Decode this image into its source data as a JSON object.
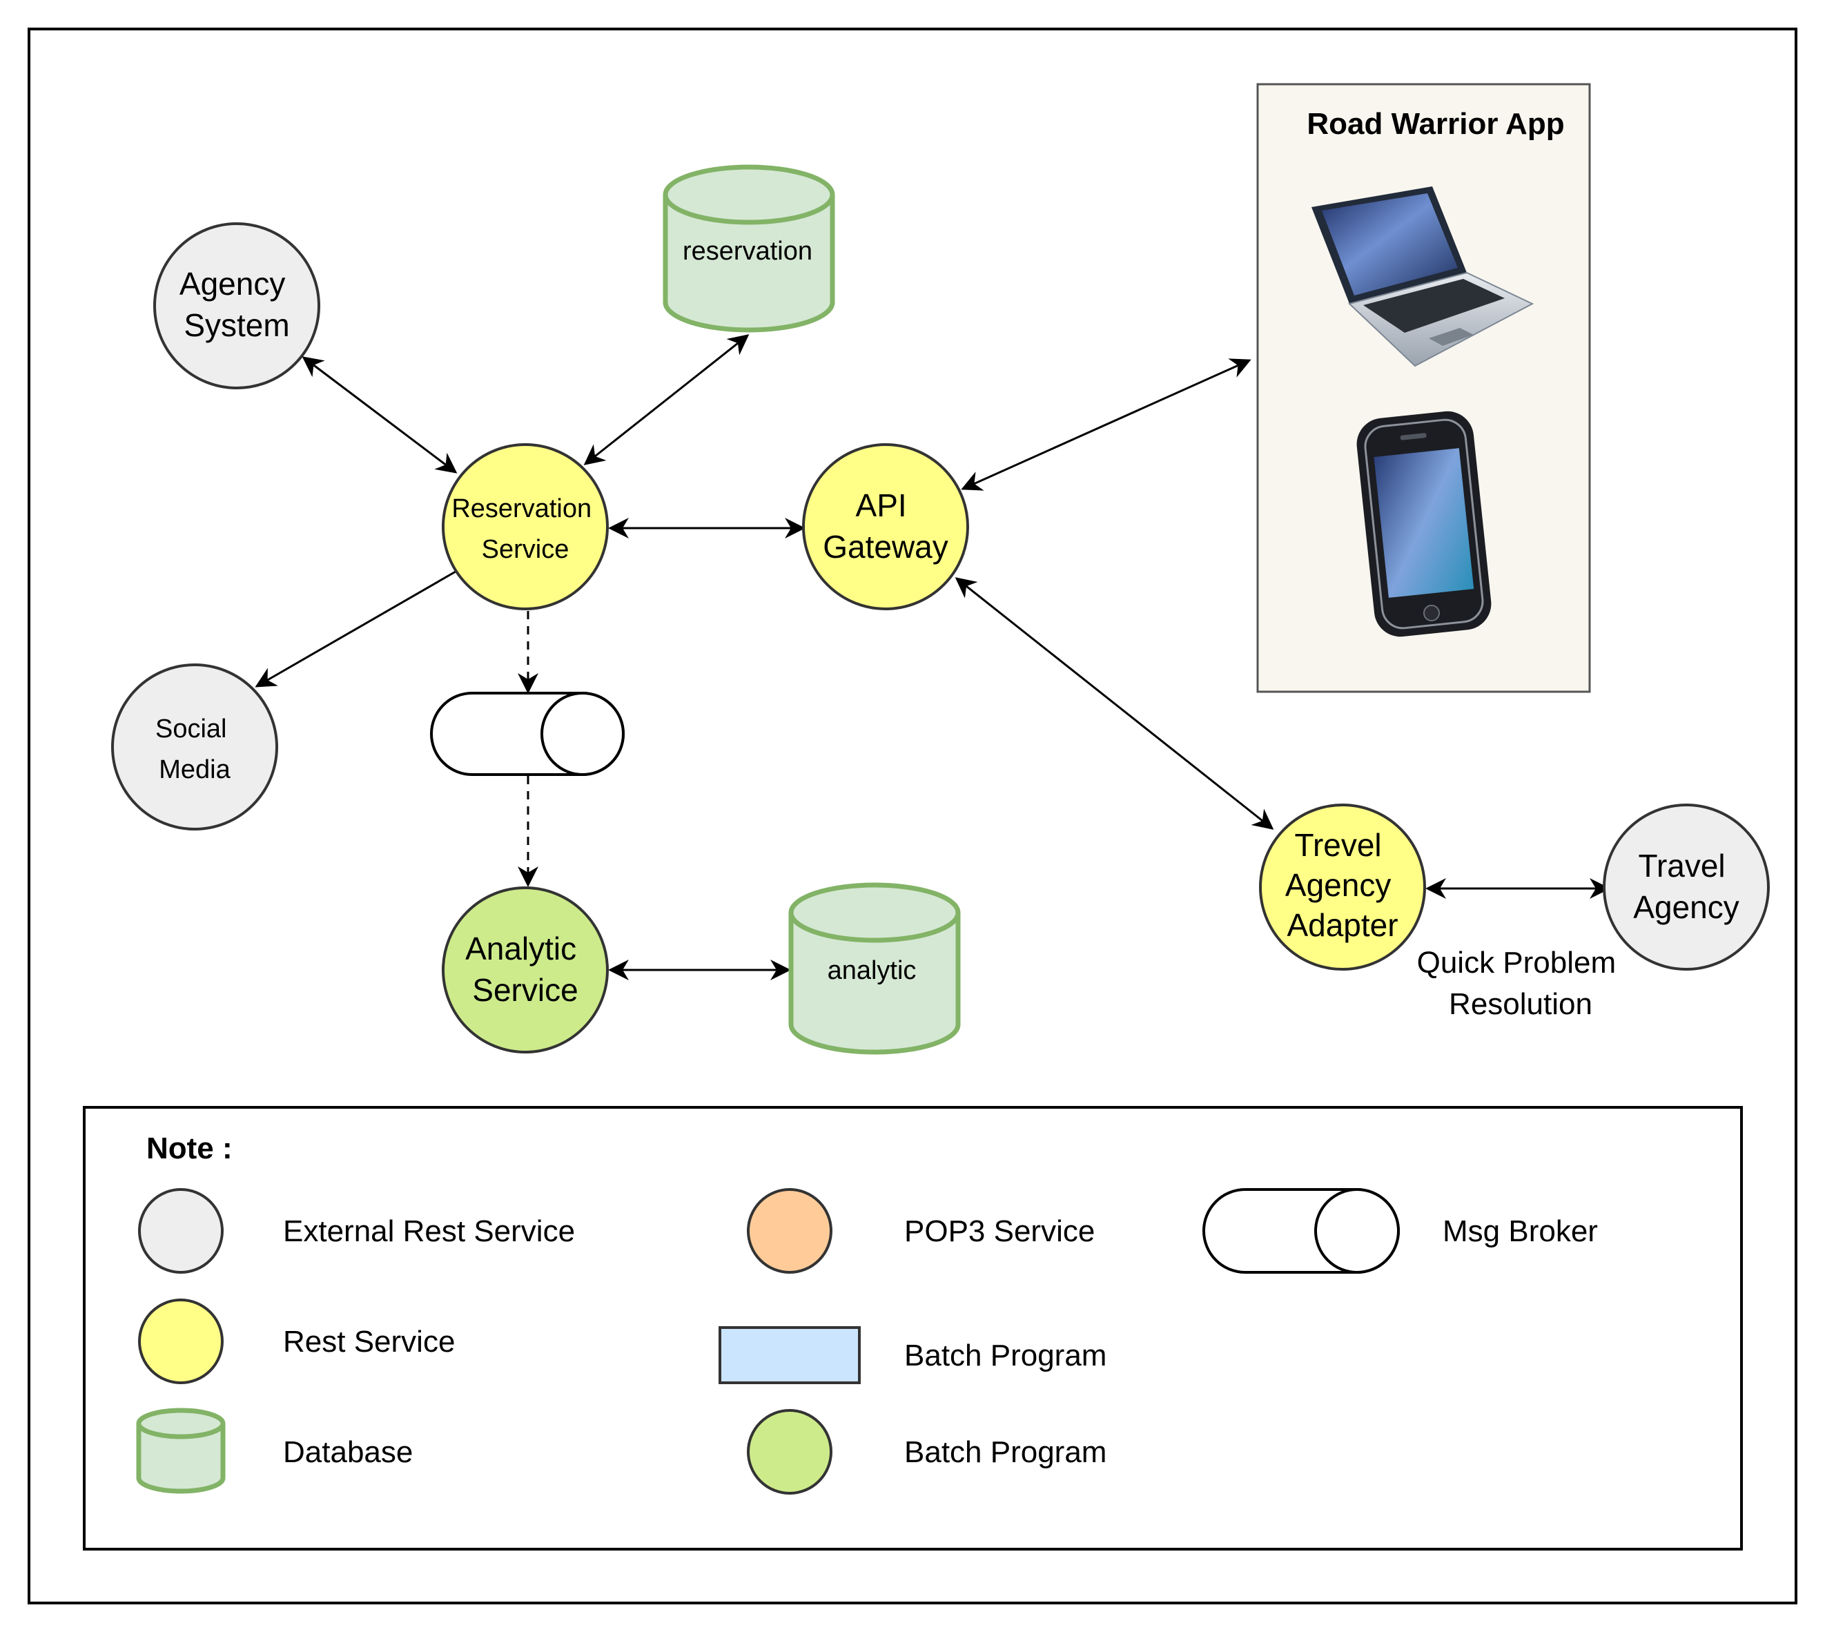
{
  "nodes": {
    "agency_system": {
      "lines": [
        "Agency",
        "System"
      ]
    },
    "reservation_db": {
      "lines": [
        "reservation"
      ]
    },
    "reservation_service": {
      "lines": [
        "Reservation",
        "Service"
      ]
    },
    "api_gateway": {
      "lines": [
        "API",
        "Gateway"
      ]
    },
    "social_media": {
      "lines": [
        "Social",
        "Media"
      ]
    },
    "analytic_service": {
      "lines": [
        "Analytic",
        "Service"
      ]
    },
    "analytic_db": {
      "lines": [
        "analytic"
      ]
    },
    "travel_agency_adapter": {
      "lines": [
        "Trevel",
        "Agency",
        "Adapter"
      ]
    },
    "travel_agency": {
      "lines": [
        "Travel",
        "Agency"
      ]
    }
  },
  "road_warrior": {
    "title": "Road Warrior App"
  },
  "edge_labels": {
    "quick_problem": [
      "Quick Problem",
      "Resolution"
    ]
  },
  "legend": {
    "title": "Note :",
    "items": {
      "external_rest": "External Rest Service",
      "rest": "Rest Service",
      "database": "Database",
      "pop3": "POP3 Service",
      "batch_rect": "Batch Program",
      "batch_circle": "Batch Program",
      "msg_broker": "Msg Broker"
    }
  },
  "colors": {
    "external": "#eeeeee",
    "rest": "#ffff88",
    "database_fill": "#d5e8d4",
    "database_stroke": "#82b366",
    "batch": "#cdeb8b",
    "pop3": "#ffcc99",
    "batch_rect": "#cce5ff",
    "panel": "#f8f6ef"
  }
}
